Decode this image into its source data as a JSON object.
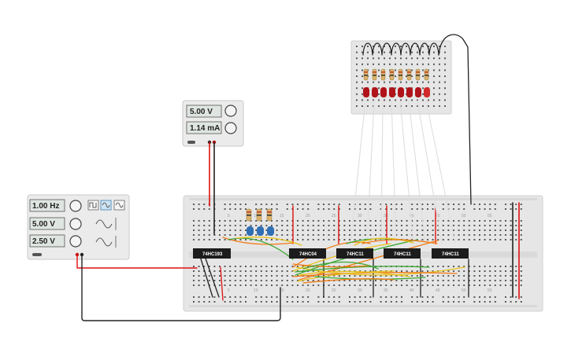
{
  "power_supply": {
    "voltage": "5.00 V",
    "current": "1.14 mA"
  },
  "function_generator": {
    "frequency": "1.00 Hz",
    "amplitude": "5.00 V",
    "offset": "2.50 V"
  },
  "chips": [
    {
      "label": "74HC193"
    },
    {
      "label": "74HC04"
    },
    {
      "label": "74HC11"
    },
    {
      "label": "74HC11"
    },
    {
      "label": "74HC11"
    }
  ],
  "breadboard": {
    "column_numbers": [
      "5",
      "10",
      "15",
      "20",
      "25",
      "30",
      "35",
      "40",
      "45",
      "50",
      "55"
    ]
  },
  "colors": {
    "wire_red": "#e01010",
    "wire_black": "#222222",
    "wire_yellow": "#e8c21a",
    "wire_orange": "#f07a14",
    "wire_green": "#3aa832",
    "wire_white": "#e6e6e6",
    "led_red": "#b0141a",
    "led_blue": "#2f6fb5",
    "chip": "#1c1c1c",
    "board": "#e4e4e4"
  }
}
